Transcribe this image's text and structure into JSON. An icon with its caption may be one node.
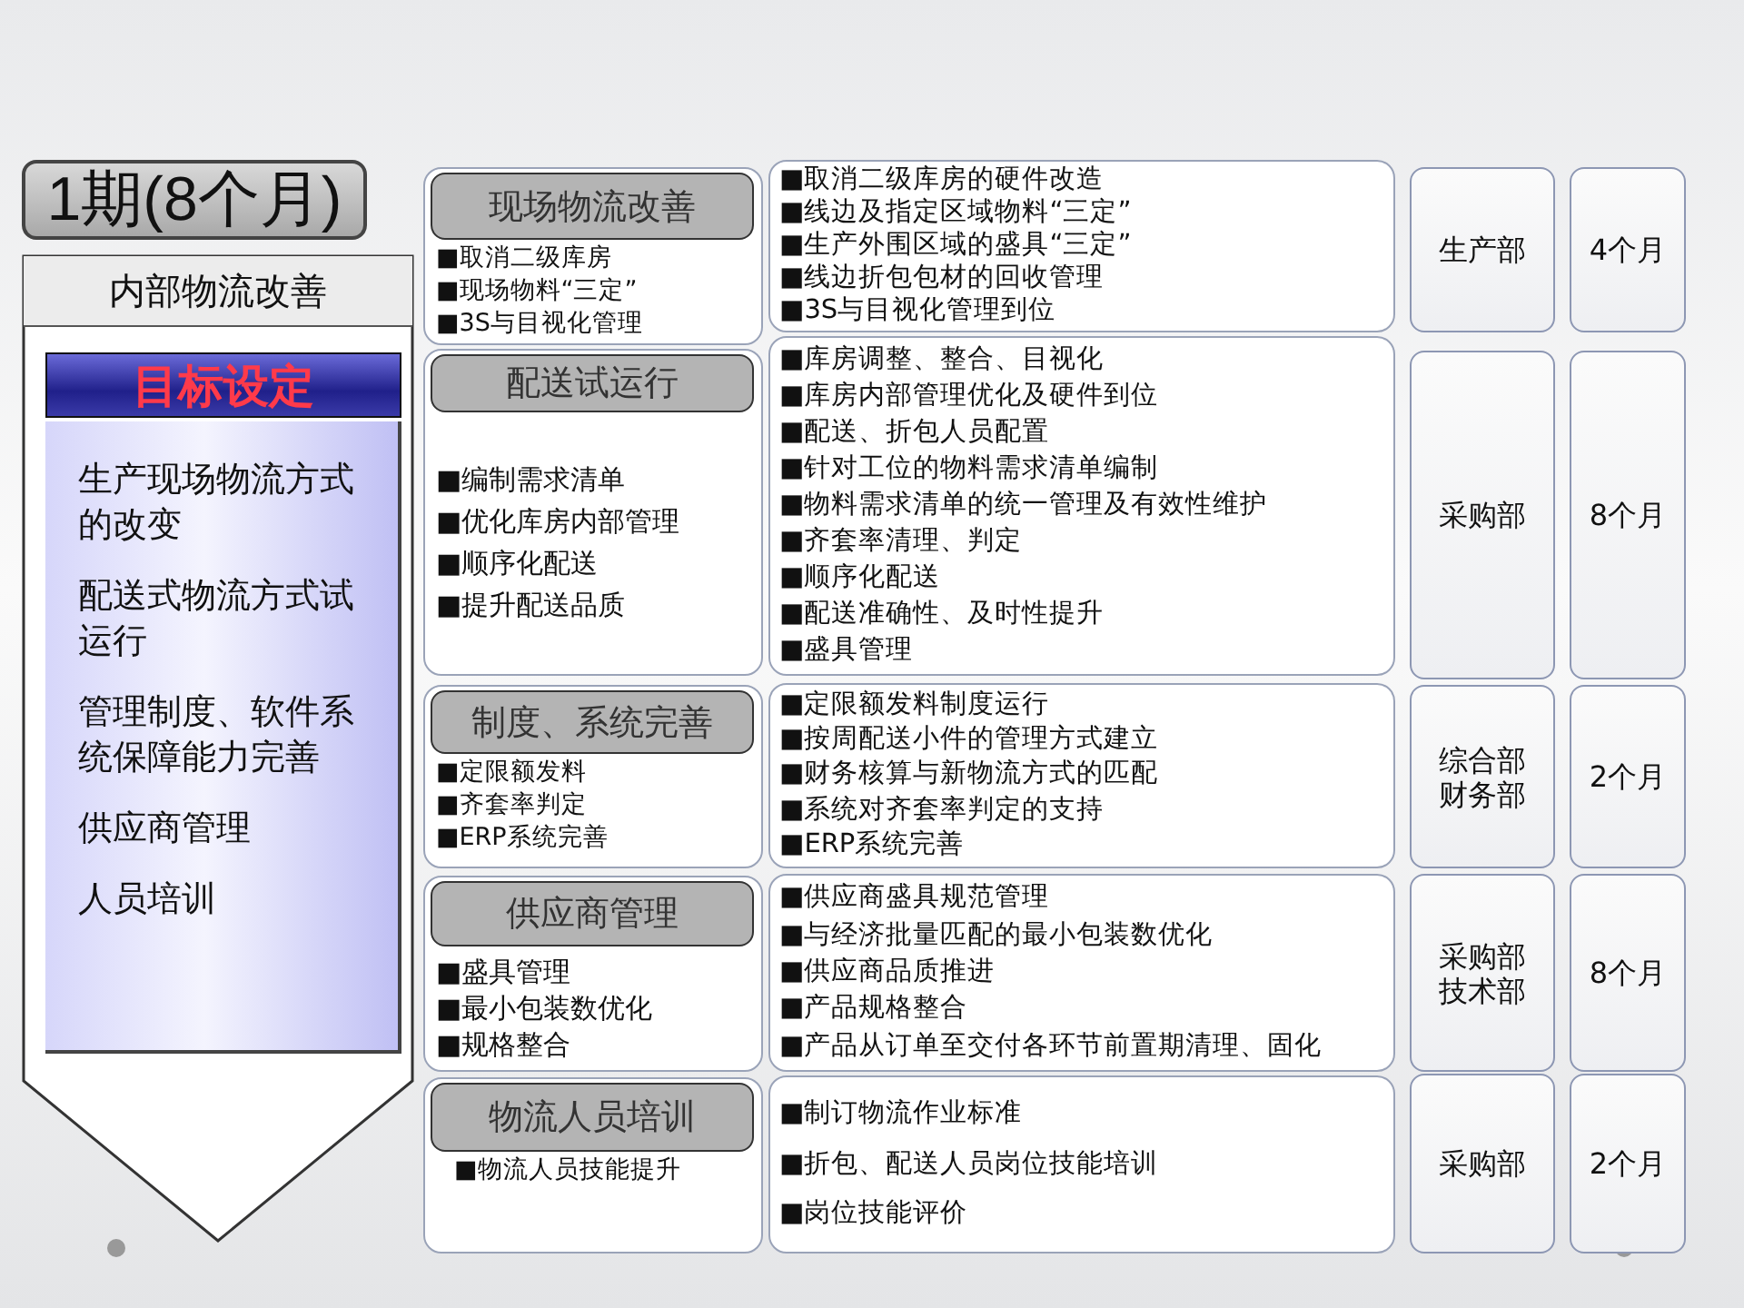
{
  "diagram": {
    "nodes": [
      {
        "text": [
          "1期(8个月)"
        ]
      },
      {
        "text": [
          "内部物流改善"
        ]
      },
      {
        "text": [
          "目标设定"
        ],
        "in": 1
      },
      {
        "text": [
          "生产现场物流方式的改变",
          "配送式物流方式试运行",
          "管理制度、软件系统保障能力完善",
          "供应商管理",
          "人员培训"
        ],
        "in": 1
      },
      {
        "text": [
          "■取消二级库房",
          "■现场物料“三定”",
          "■3S与目视化管理"
        ]
      },
      {
        "text": [
          "现场物流改善"
        ],
        "in": 4
      },
      {
        "text": [
          "■取消二级库房的硬件改造",
          "■线边及指定区域物料“三定”",
          "■生产外围区域的盛具“三定”",
          "■线边折包包材的回收管理",
          "■3S与目视化管理到位"
        ]
      },
      {
        "text": [
          "生产部"
        ]
      },
      {
        "text": [
          "4个月"
        ]
      },
      {
        "text": [
          "■编制需求清单",
          "■优化库房内部管理",
          "■顺序化配送",
          "■提升配送品质"
        ]
      },
      {
        "text": [
          "配送试运行"
        ],
        "in": 9
      },
      {
        "text": [
          "■库房调整、整合、目视化",
          "■库房内部管理优化及硬件到位",
          "■配送、折包人员配置",
          "■针对工位的物料需求清单编制",
          "■物料需求清单的统一管理及有效性维护",
          "■齐套率清理、判定",
          "■顺序化配送",
          "■配送准确性、及时性提升",
          "■盛具管理"
        ]
      },
      {
        "text": [
          "采购部"
        ]
      },
      {
        "text": [
          "8个月"
        ]
      },
      {
        "text": [
          "■定限额发料",
          "■齐套率判定",
          "■ERP系统完善"
        ]
      },
      {
        "text": [
          "制度、系统完善"
        ],
        "in": 14
      },
      {
        "text": [
          "■定限额发料制度运行",
          "■按周配送小件的管理方式建立",
          "■财务核算与新物流方式的匹配",
          "■系统对齐套率判定的支持",
          "■ERP系统完善"
        ]
      },
      {
        "text": [
          "综合部",
          "财务部"
        ]
      },
      {
        "text": [
          "2个月"
        ]
      },
      {
        "text": [
          "■盛具管理",
          "■最小包装数优化",
          "■规格整合"
        ]
      },
      {
        "text": [
          "供应商管理"
        ],
        "in": 19
      },
      {
        "text": [
          "■供应商盛具规范管理",
          "■与经济批量匹配的最小包装数优化",
          "■供应商品质推进",
          "■产品规格整合",
          "■产品从订单至交付各环节前置期清理、固化"
        ]
      },
      {
        "text": [
          "采购部",
          "技术部"
        ]
      },
      {
        "text": [
          "8个月"
        ]
      },
      {
        "text": [
          "■物流人员技能提升"
        ]
      },
      {
        "text": [
          "物流人员培训"
        ],
        "in": 24
      },
      {
        "text": [
          "■制订物流作业标准",
          "■折包、配送人员岗位技能培训",
          "■岗位技能评价"
        ]
      },
      {
        "text": [
          "采购部"
        ]
      },
      {
        "text": [
          "2个月"
        ]
      }
    ]
  }
}
